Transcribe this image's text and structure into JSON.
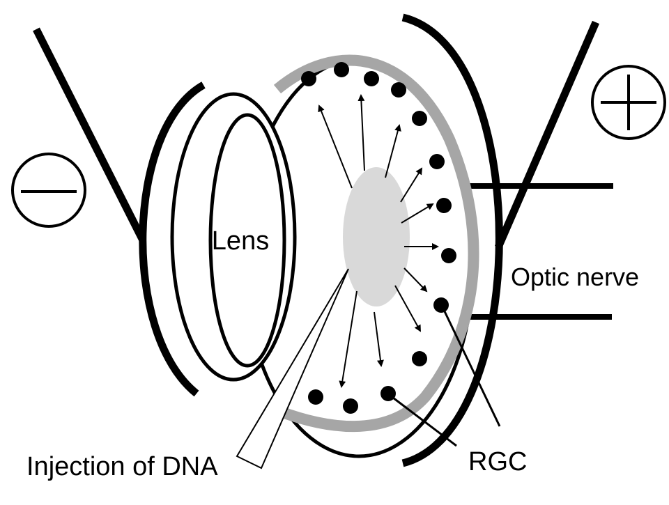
{
  "diagram": {
    "labels": {
      "lens": "Lens",
      "optic_nerve": "Optic nerve",
      "rgc": "RGC",
      "injection": "Injection of DNA",
      "negative_symbol": "−",
      "positive_symbol": "+"
    },
    "colors": {
      "ink": "#000000",
      "retina_band": "#a6a6a6",
      "injection_spot": "#d9d9d9",
      "background": "#ffffff"
    }
  }
}
